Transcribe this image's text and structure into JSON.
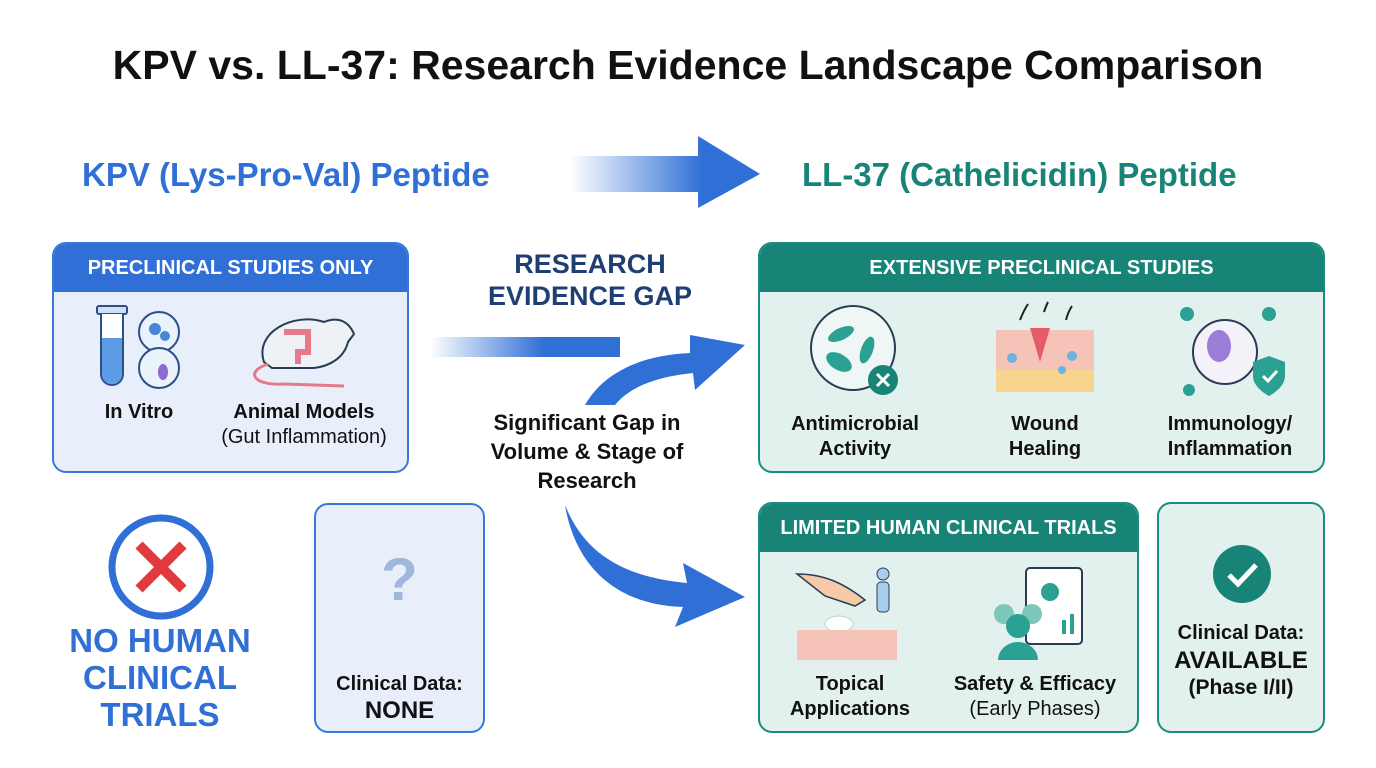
{
  "title": "KPV vs. LL-37: Research Evidence Landscape Comparison",
  "left": {
    "peptide": "KPV (Lys-Pro-Val) Peptide",
    "panel_header": "PRECLINICAL STUDIES ONLY",
    "items": [
      {
        "label": "In Vitro",
        "sub": "",
        "icon": "test-tube-cells-icon"
      },
      {
        "label": "Animal Models",
        "sub": "(Gut Inflammation)",
        "icon": "mouse-gut-icon"
      }
    ],
    "no_trials": [
      "NO HUMAN",
      "CLINICAL",
      "TRIALS"
    ],
    "clinical_label": "Clinical Data:",
    "clinical_value": "NONE"
  },
  "middle": {
    "gap_title": [
      "RESEARCH",
      "EVIDENCE GAP"
    ],
    "gap_text": [
      "Significant Gap in",
      "Volume & Stage of",
      "Research"
    ]
  },
  "right": {
    "peptide": "LL-37 (Cathelicidin) Peptide",
    "preclinical_header": "EXTENSIVE PRECLINICAL STUDIES",
    "preclinical_items": [
      {
        "label": "Antimicrobial",
        "label2": "Activity",
        "icon": "bacteria-petri-icon"
      },
      {
        "label": "Wound",
        "label2": "Healing",
        "icon": "skin-wound-icon"
      },
      {
        "label": "Immunology/",
        "label2": "Inflammation",
        "icon": "immune-cell-shield-icon"
      }
    ],
    "clinical_header": "LIMITED HUMAN CLINICAL TRIALS",
    "clinical_items": [
      {
        "label": "Topical",
        "label2": "Applications",
        "icon": "topical-hand-icon"
      },
      {
        "label": "Safety & Efficacy",
        "label2": "(Early Phases)",
        "icon": "group-clipboard-icon"
      }
    ],
    "clinical_label": "Clinical Data:",
    "clinical_value": "AVAILABLE",
    "clinical_phase": "(Phase I/II)"
  },
  "colors": {
    "blue": "#2f6fd6",
    "teal": "#178477",
    "red": "#e0393e",
    "navy": "#1f3f73"
  }
}
